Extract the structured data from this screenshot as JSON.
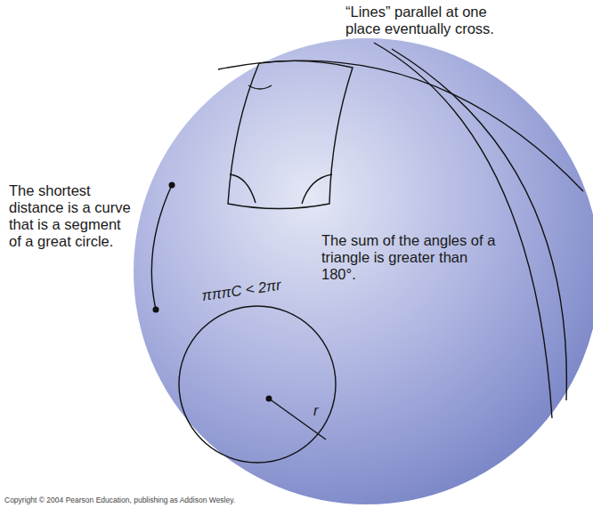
{
  "diagram": {
    "labels": [
      "“Lines” parallel at one place eventually cross.",
      "The shortest distance is a curve that is a segment of a great circle.",
      "The sum of the angles of a triangle is greater than 180°.",
      "πππC < 2πr",
      "r",
      "Copyright © 2004 Pearson Education, publishing as Addison Wesley."
    ]
  }
}
